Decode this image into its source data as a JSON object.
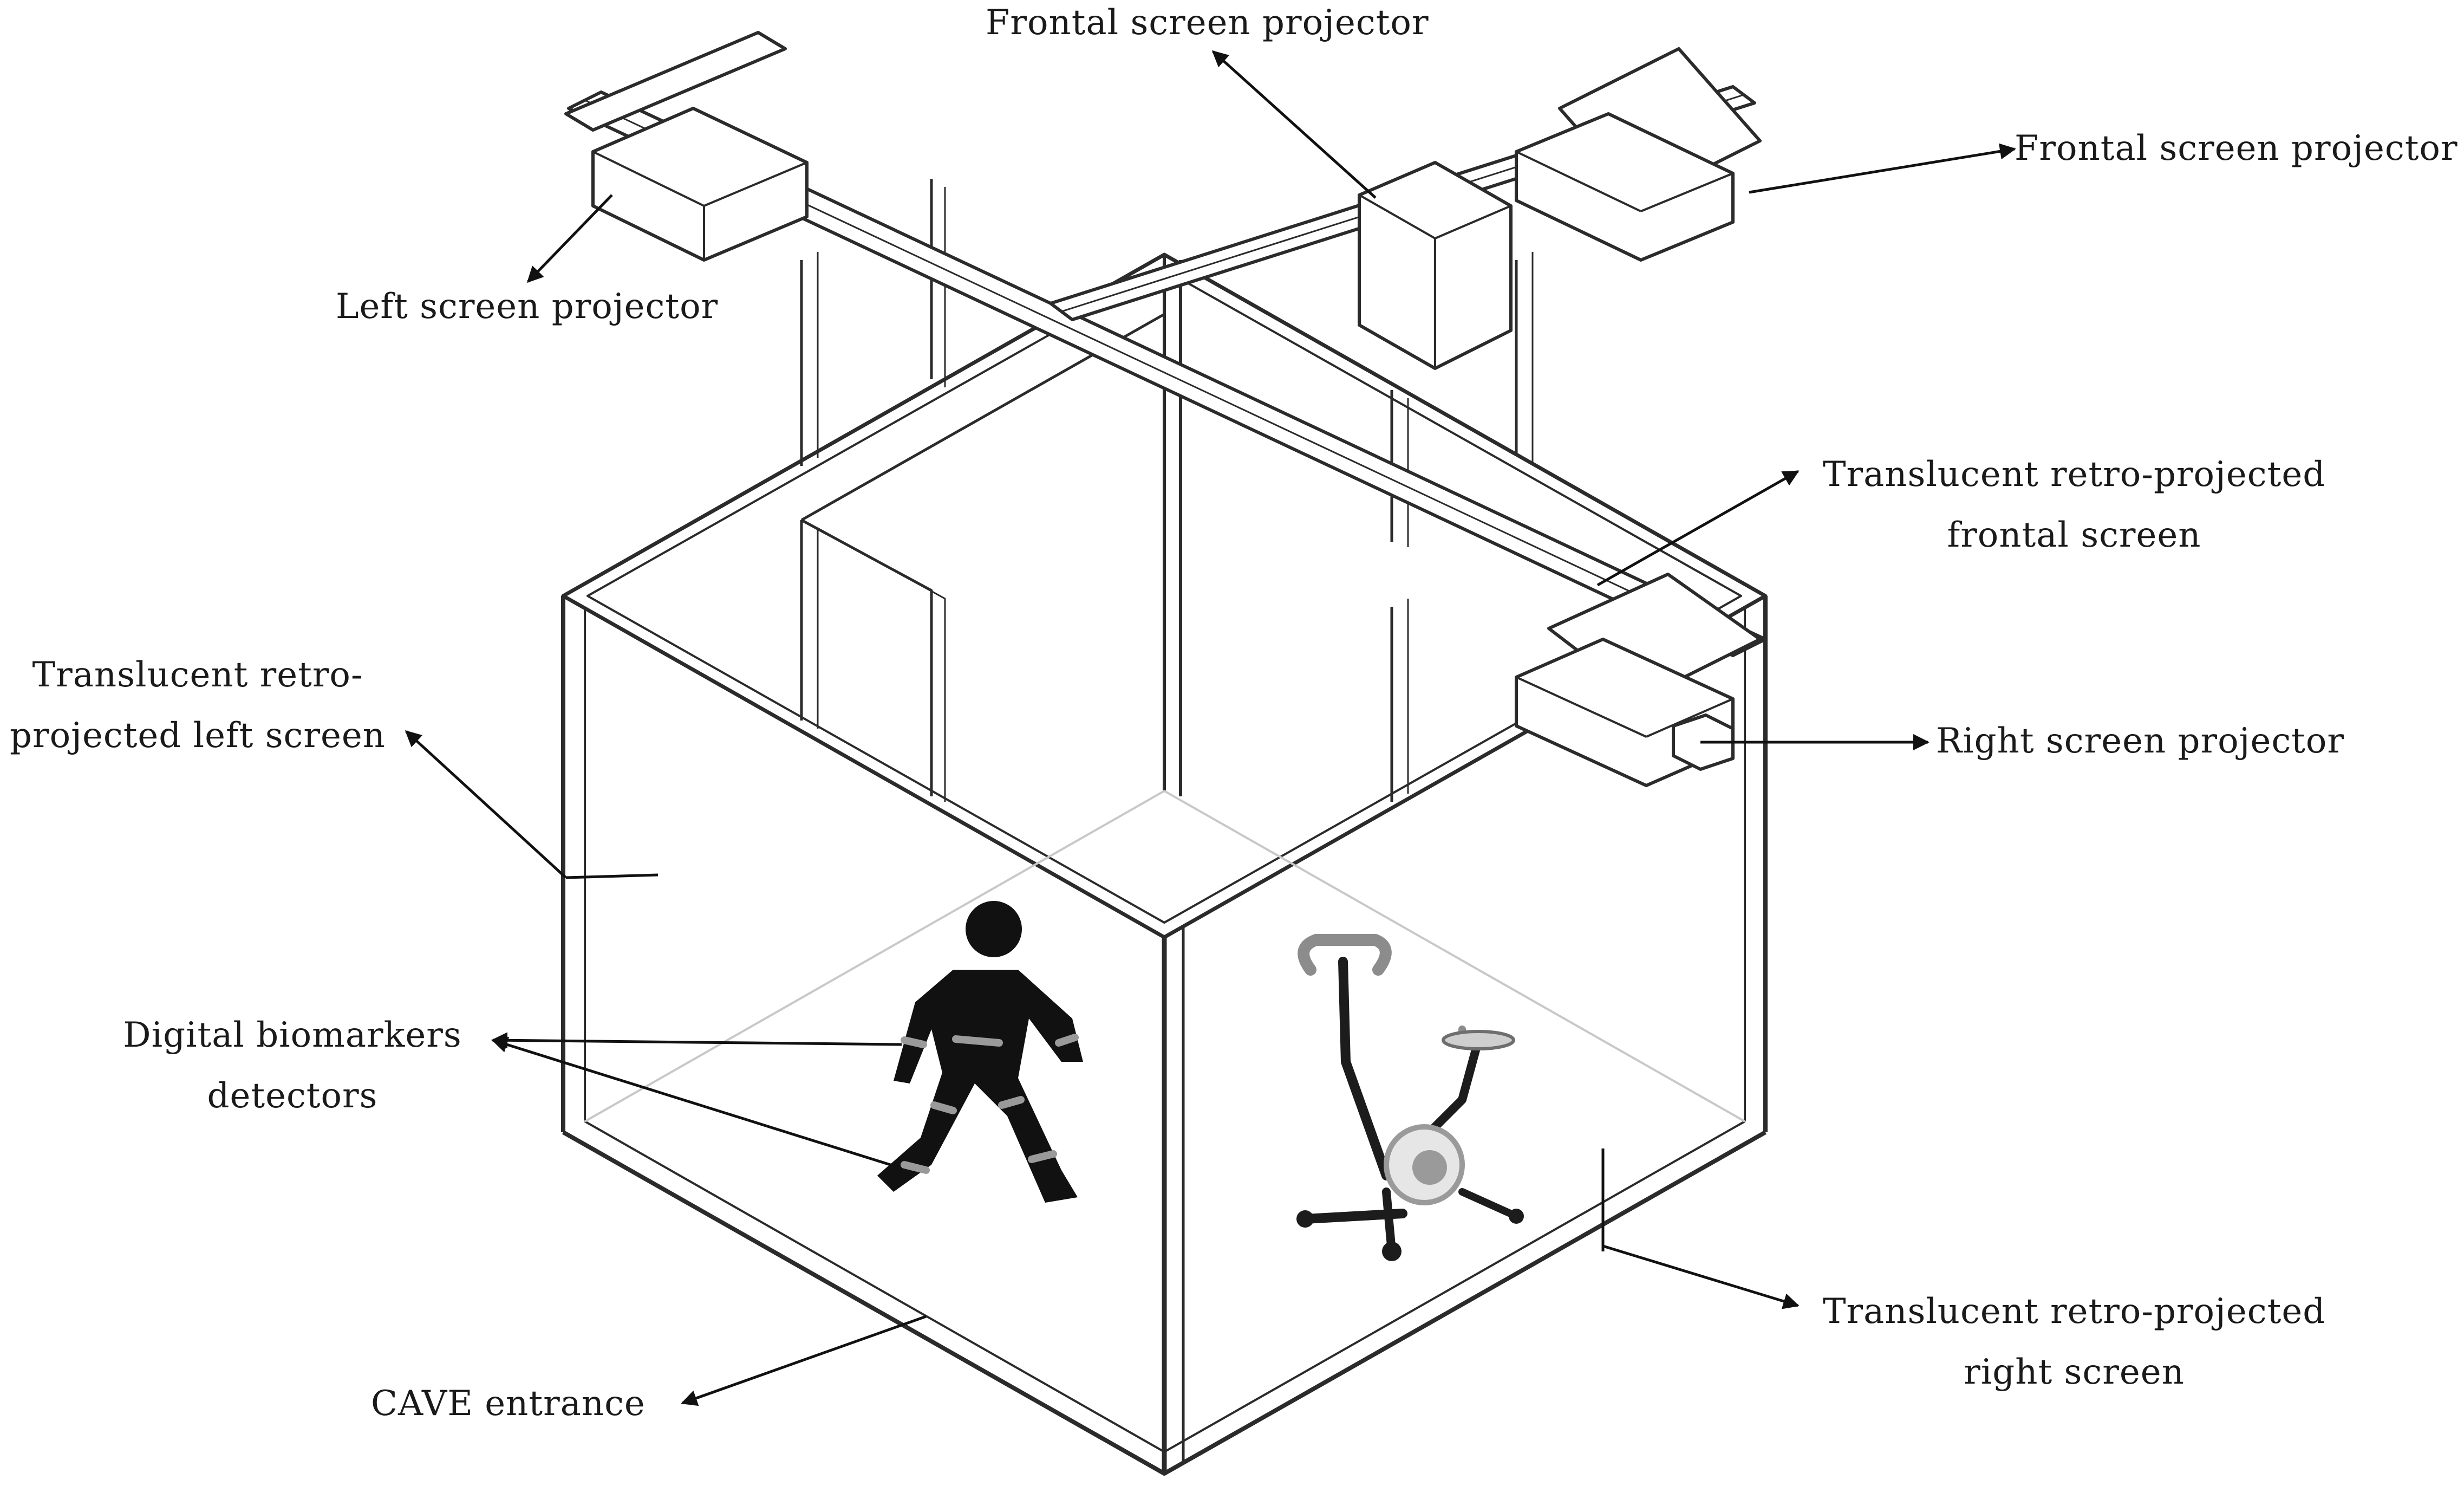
{
  "labels": {
    "frontal_projector_top": "Frontal screen projector",
    "frontal_projector_right": "Frontal screen projector",
    "left_projector": "Left screen projector",
    "frontal_screen_line1": "Translucent  retro-projected",
    "frontal_screen_line2": "frontal screen",
    "left_screen_line1": "Translucent  retro-",
    "left_screen_line2": "projected  left screen",
    "right_projector": "Right screen projector",
    "biomarkers_line1": "Digital biomarkers",
    "biomarkers_line2": "detectors",
    "right_screen_line1": "Translucent  retro-projected",
    "right_screen_line2": "right screen",
    "cave_entrance": "CAVE entrance"
  },
  "colors": {
    "line": "#2b2b2b",
    "frame_fill": "#ffffff",
    "person": "#111111",
    "marker": "#9a9a9a",
    "bike_dark": "#1c1c1c",
    "bike_grey": "#8c8c8c"
  }
}
